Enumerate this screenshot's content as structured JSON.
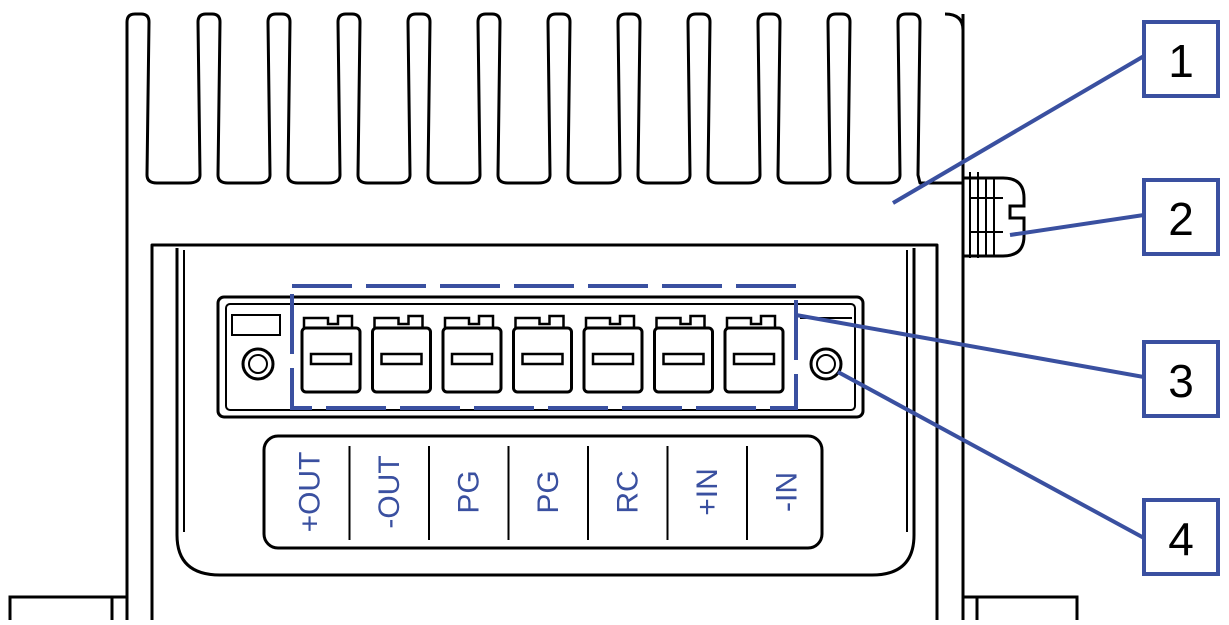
{
  "colors": {
    "outline": "#000000",
    "callout": "#3a50a0",
    "label_text": "#3a50a0",
    "callout_number": "#000000"
  },
  "terminal_labels": [
    "+OUT",
    "-OUT",
    "PG",
    "PG",
    "RC",
    "+IN",
    "-IN"
  ],
  "callouts": [
    {
      "number": "1",
      "target": "heatsink"
    },
    {
      "number": "2",
      "target": "side-connector"
    },
    {
      "number": "3",
      "target": "terminal-block"
    },
    {
      "number": "4",
      "target": "mounting-screw"
    }
  ]
}
